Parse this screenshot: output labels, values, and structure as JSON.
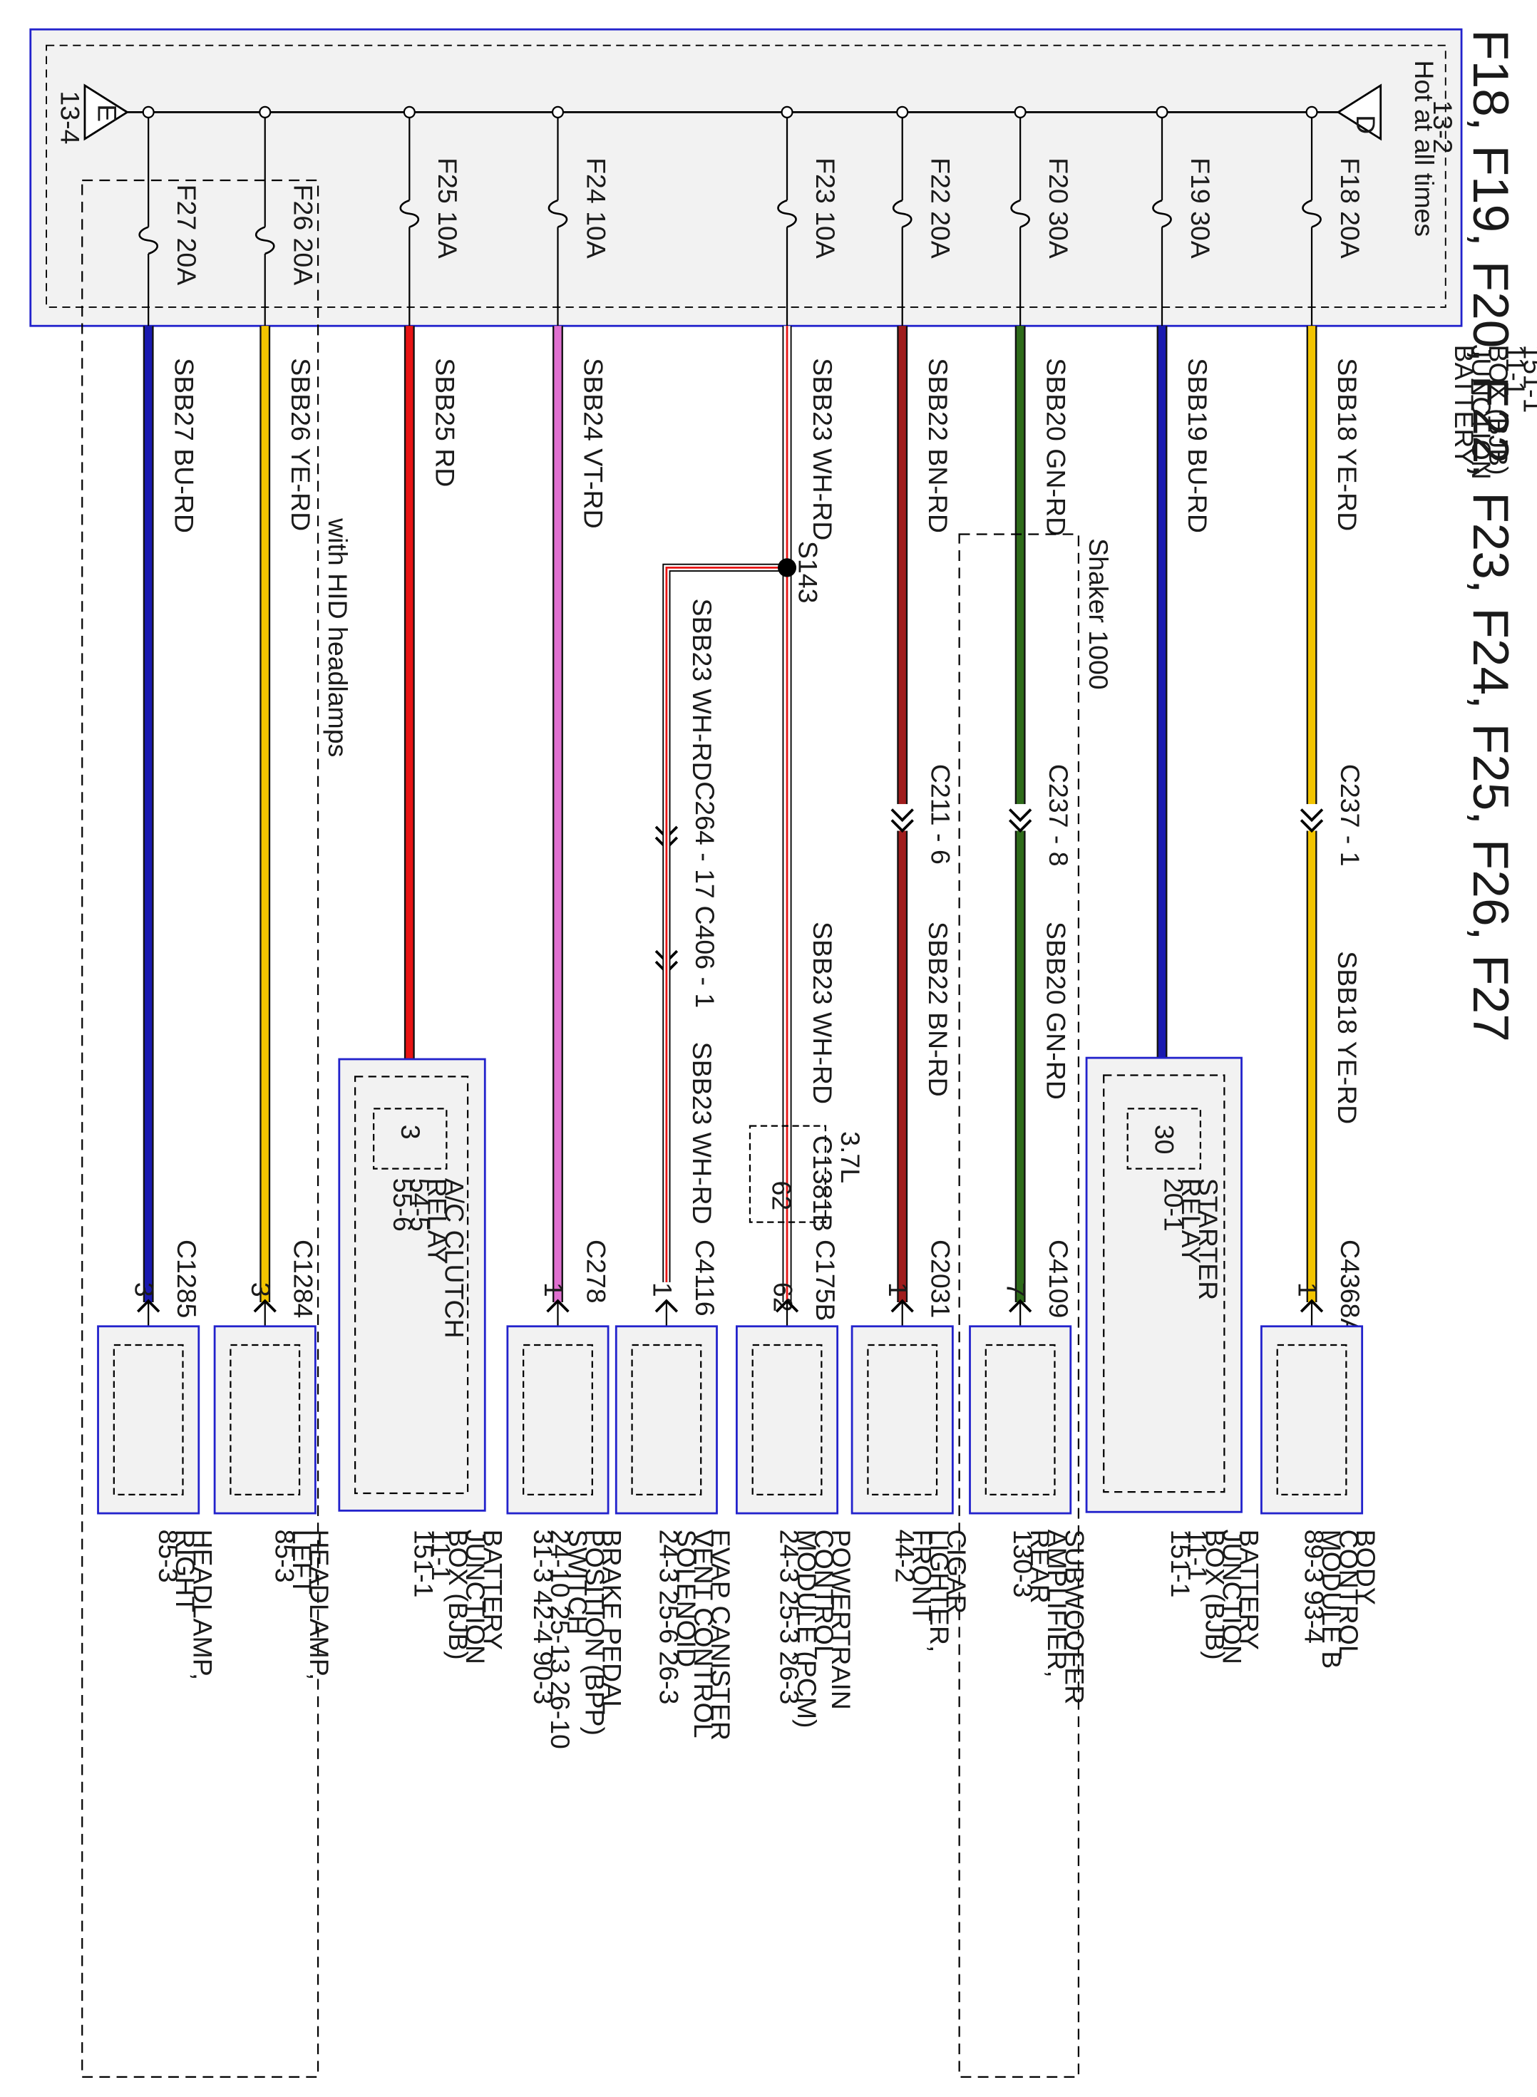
{
  "title": "F18, F19, F20, F22, F23, F24, F25, F26, F27",
  "bjb": {
    "lines": [
      "BATTERY",
      "JUNCTION",
      "BOX (BJB)",
      "11-1",
      "151-1"
    ],
    "hot_label": "Hot at all times",
    "node_d": {
      "letter": "D",
      "ref": "13-2"
    },
    "node_e": {
      "letter": "E",
      "ref": "13-4"
    }
  },
  "fuses": [
    {
      "id": "F18",
      "name": "F18",
      "rating": "20A"
    },
    {
      "id": "F19",
      "name": "F19",
      "rating": "30A"
    },
    {
      "id": "F20",
      "name": "F20",
      "rating": "30A"
    },
    {
      "id": "F22",
      "name": "F22",
      "rating": "20A"
    },
    {
      "id": "F23",
      "name": "F23",
      "rating": "10A"
    },
    {
      "id": "F24",
      "name": "F24",
      "rating": "10A"
    },
    {
      "id": "F25",
      "name": "F25",
      "rating": "10A"
    },
    {
      "id": "F26",
      "name": "F26",
      "rating": "20A"
    },
    {
      "id": "F27",
      "name": "F27",
      "rating": "20A"
    }
  ],
  "wires": {
    "sbb18": {
      "circuit": "SBB18",
      "color": "YE-RD"
    },
    "sbb19": {
      "circuit": "SBB19",
      "color": "BU-RD"
    },
    "sbb20": {
      "circuit": "SBB20",
      "color": "GN-RD"
    },
    "sbb22": {
      "circuit": "SBB22",
      "color": "BN-RD"
    },
    "sbb23": {
      "circuit": "SBB23",
      "color": "WH-RD"
    },
    "sbb24": {
      "circuit": "SBB24",
      "color": "VT-RD"
    },
    "sbb25": {
      "circuit": "SBB25",
      "color": "RD"
    },
    "sbb26": {
      "circuit": "SBB26",
      "color": "YE-RD"
    },
    "sbb27": {
      "circuit": "SBB27",
      "color": "BU-RD"
    }
  },
  "connectors": {
    "c237_1": "C237 - 1",
    "c237_8": "C237 - 8",
    "c211_6": "C211 - 6",
    "c264_17": "C264 - 17",
    "c406_1": "C406 - 1",
    "c4368a": {
      "name": "C4368A",
      "pin": "1"
    },
    "c4109": {
      "name": "C4109",
      "pin": "7"
    },
    "c2031": {
      "name": "C2031",
      "pin": "1"
    },
    "c175b": {
      "name": "C175B",
      "pin": "62"
    },
    "c1381b": {
      "name": "C1381B",
      "pin": "62",
      "note": "3.7L"
    },
    "c4116": {
      "name": "C4116",
      "pin": "1"
    },
    "c278": {
      "name": "C278",
      "pin": "1"
    },
    "c1284": {
      "name": "C1284",
      "pin": "3"
    },
    "c1285": {
      "name": "C1285",
      "pin": "3"
    }
  },
  "splice": "S143",
  "regions": {
    "shaker": "Shaker 1000",
    "hid": "with HID headlamps"
  },
  "relays": {
    "starter": {
      "pin": "30",
      "lines": [
        "STARTER",
        "RELAY",
        "20-1"
      ]
    },
    "ac_clutch": {
      "pin": "3",
      "lines": [
        "A/C CLUTCH",
        "RELAY",
        "54-5",
        "55-6"
      ]
    }
  },
  "components": {
    "bcm": [
      "BODY",
      "CONTROL",
      "MODULE B",
      "89-3   93-4"
    ],
    "bjb_starter": [
      "BATTERY",
      "JUNCTION",
      "BOX (BJB)",
      "11-1",
      "151-1"
    ],
    "subwoofer": [
      "SUBWOOFER",
      "AMPLIFIER,",
      "REAR",
      "130-3"
    ],
    "cigar": [
      "CIGAR",
      "LIGHTER,",
      "FRONT",
      "44-2"
    ],
    "pcm": [
      "POWERTRAIN",
      "CONTROL",
      "MODULE (PCM)",
      "24-3   25-3   26-3"
    ],
    "evap": [
      "EVAP CANISTER",
      "VENT CONTROL",
      "SOLENOID",
      "24-3   25-6   26-3"
    ],
    "bpp": [
      "BRAKE PEDAL",
      "POSITION (BPP)",
      "SWITCH",
      "24-10  25-13  26-10",
      "31-3   42-4   90-3"
    ],
    "bjb_ac": [
      "BATTERY",
      "JUNCTION",
      "BOX (BJB)",
      "11-1",
      "151-1"
    ],
    "headlamp_left": [
      "HEADLAMP,",
      "LEFT",
      "85-3"
    ],
    "headlamp_right": [
      "HEADLAMP,",
      "RIGHT",
      "85-3"
    ]
  },
  "colors": {
    "yellow": "#f2c400",
    "blue": "#1a1ab0",
    "green": "#2e6b1a",
    "brown": "#a01c1c",
    "red": "#e81414",
    "violet": "#e070d0",
    "border_blue": "#2222cc",
    "panel": "#f2f2f2"
  }
}
